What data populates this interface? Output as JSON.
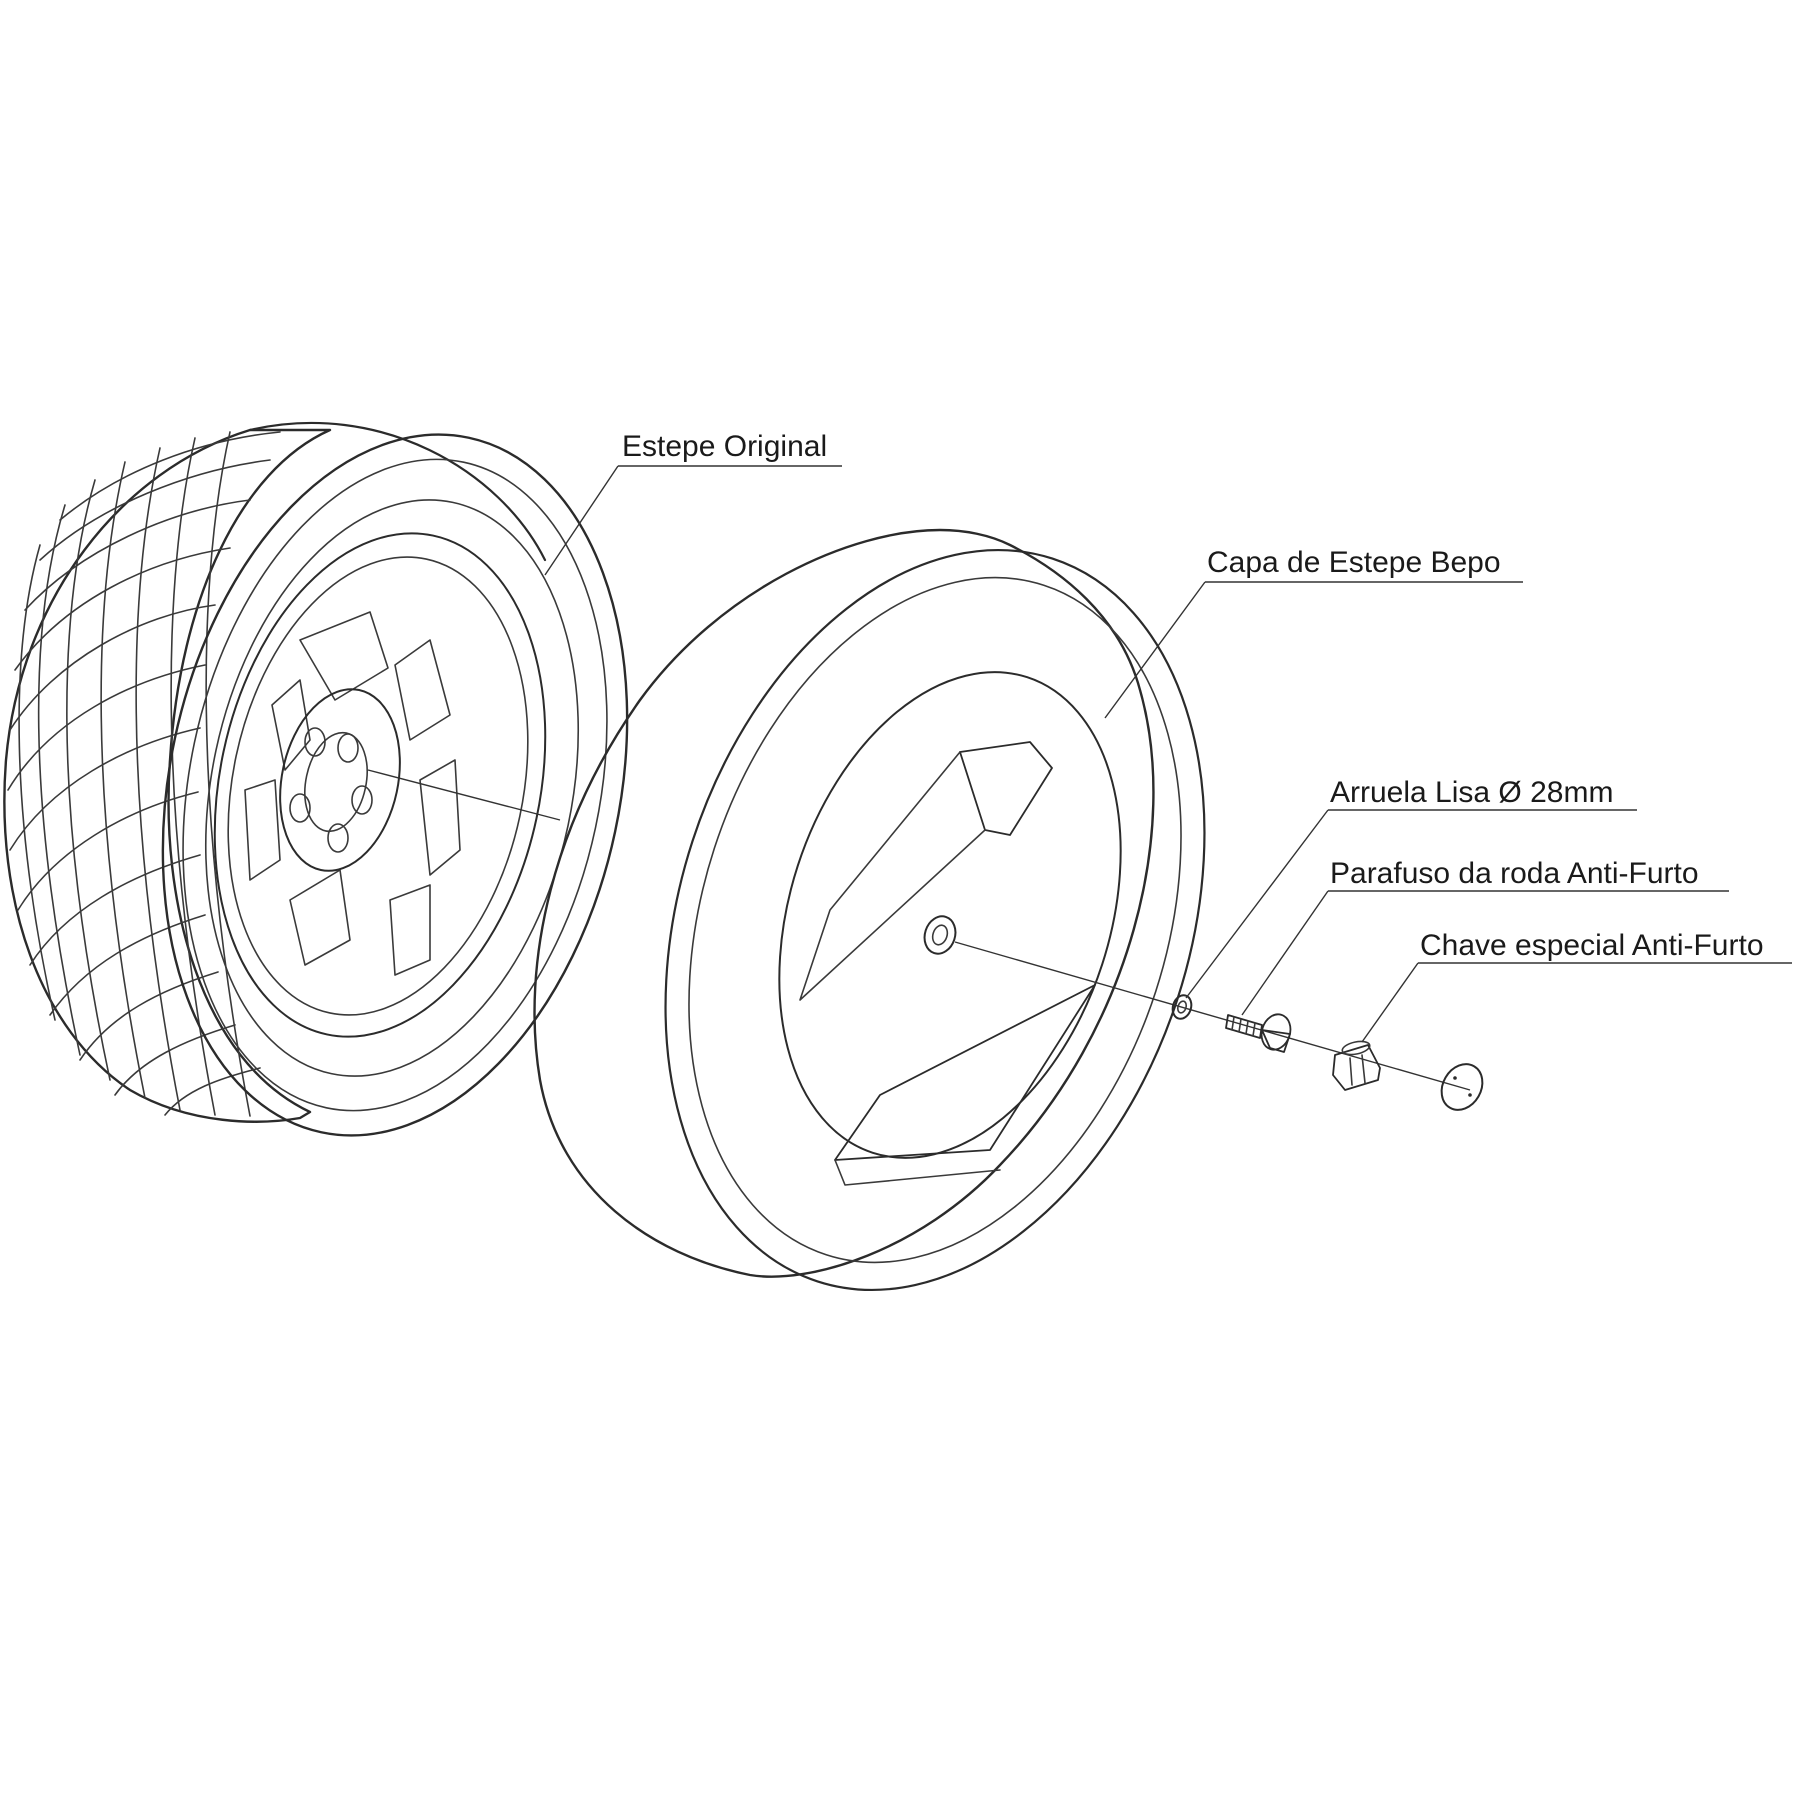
{
  "labels": {
    "estepe_original": "Estepe Original",
    "capa_de_estepe": "Capa de Estepe Bepo",
    "arruela": "Arruela Lisa Ø 28mm",
    "parafuso": "Parafuso da roda Anti-Furto",
    "chave": "Chave especial Anti-Furto"
  },
  "colors": {
    "line": "#2b2b2b",
    "cover_fill": "#d2d2d2",
    "cover_shade": "#c4c4c4",
    "background": "#ffffff"
  }
}
